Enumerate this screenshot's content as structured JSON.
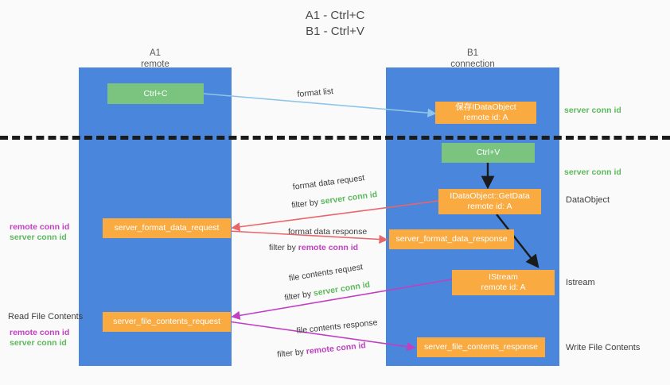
{
  "title": {
    "line1": "A1 - Ctrl+C",
    "line2": "B1 - Ctrl+V"
  },
  "lanes": [
    {
      "name": "A1",
      "sub": "remote",
      "color": "#4a86dc"
    },
    {
      "name": "B1",
      "sub": "connection",
      "color": "#4a86dc"
    }
  ],
  "colors": {
    "lane": "#4a86dc",
    "green_box": "#7ac47f",
    "orange_box": "#f9ab42",
    "green_text": "#5cb85c",
    "purple_text": "#c13fc1",
    "arrow_blue": "#8ec5e8",
    "arrow_red": "#e8656a",
    "arrow_purple": "#c13fc1",
    "arrow_black": "#1b1b1b",
    "divider": "#1b1b1b",
    "background": "#fafafa"
  },
  "boxes": {
    "ctrl_c": {
      "line1": "Ctrl+C",
      "line2": ""
    },
    "save_dataobject": {
      "line1": "保存IDataObject",
      "line2": "remote id: A"
    },
    "ctrl_v": {
      "line1": "Ctrl+V",
      "line2": ""
    },
    "getdata": {
      "line1": "IDataObject::GetData",
      "line2": "remote id: A"
    },
    "format_data_request": {
      "line1": "server_format_data_request",
      "line2": ""
    },
    "format_data_response": {
      "line1": "server_format_data_response",
      "line2": ""
    },
    "istream": {
      "line1": "IStream",
      "line2": "remote id: A"
    },
    "file_contents_request": {
      "line1": "server_file_contents_request",
      "line2": ""
    },
    "file_contents_response": {
      "line1": "server_file_contents_response",
      "line2": ""
    }
  },
  "arrow_labels": {
    "format_list": "format list",
    "format_data_request": "format data request",
    "format_data_request_filter_prefix": "filter by ",
    "format_data_request_filter_key": "server conn id",
    "format_data_response": "format data response",
    "format_data_response_filter_prefix": "filter by ",
    "format_data_response_filter_key": "remote conn id",
    "file_contents_request": "file contents request",
    "file_contents_request_filter_prefix": "filter by ",
    "file_contents_request_filter_key": "server conn id",
    "file_contents_response": "file contents response",
    "file_contents_response_filter_prefix": "filter by ",
    "file_contents_response_filter_key": "remote conn id"
  },
  "right_labels": {
    "server_conn_id_top": "server conn id",
    "server_conn_id_mid": "server conn id",
    "dataobject": "DataObject",
    "istream": "Istream",
    "write_file_contents": "Write File Contents"
  },
  "left_labels": {
    "remote_conn_id_upper": "remote conn id",
    "server_conn_id_upper": "server conn id",
    "read_file_contents": "Read File Contents",
    "remote_conn_id_lower": "remote conn id",
    "server_conn_id_lower": "server conn id"
  }
}
